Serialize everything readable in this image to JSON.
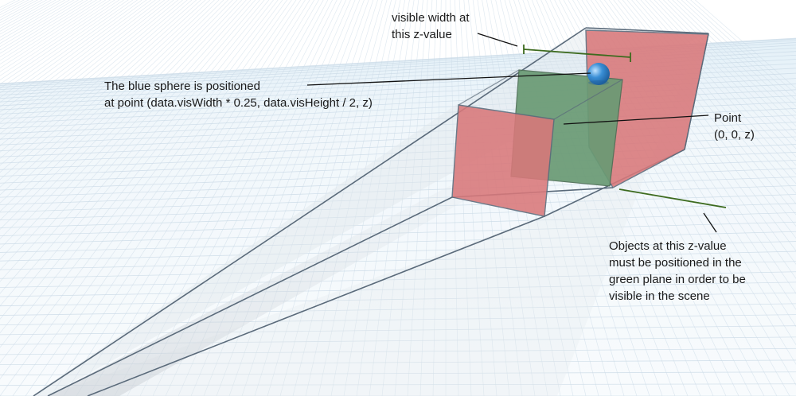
{
  "annotations": {
    "visible_width": {
      "lines": [
        "visible width at",
        "this z-value"
      ]
    },
    "blue_sphere": {
      "lines": [
        "The blue sphere is positioned",
        "at point (data.visWidth * 0.25, data.visHeight / 2, z)"
      ]
    },
    "origin_point": {
      "lines": [
        "Point",
        "(0, 0, z)"
      ]
    },
    "objects_note": {
      "lines": [
        "Objects at this z-value",
        "must be positioned in the",
        "green plane in order to be",
        "visible in the scene"
      ]
    }
  },
  "colors": {
    "near_plane": "#d9787a",
    "far_plane": "#d9787a",
    "visible_plane": "#6a9a74",
    "sphere": "#3a8fd6",
    "measure_line": "#3d6b1f",
    "leader_line": "#111111",
    "frustum_edge": "#5a6a7a",
    "grid_line": "#c9d9e6",
    "floor": "#f1f7fb",
    "sky_fade": "#e3f0f8"
  }
}
